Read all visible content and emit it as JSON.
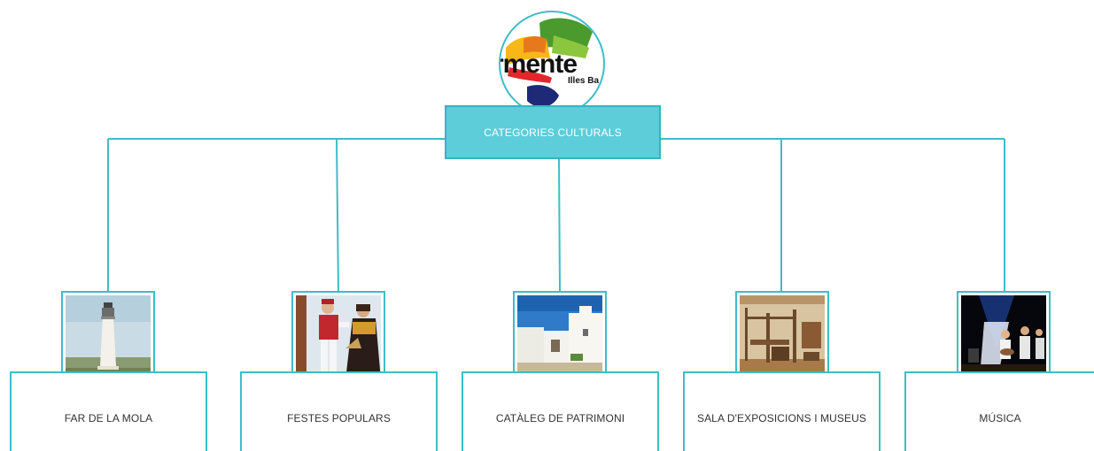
{
  "logo": {
    "wordmark": "rmente",
    "submark": "Illes Ba"
  },
  "root": {
    "label": "CATEGORIES CULTURALS"
  },
  "categories": [
    {
      "label": "FAR DE LA MOLA",
      "image": "lighthouse-photo"
    },
    {
      "label": "FESTES POPULARS",
      "image": "folk-dancers-photo"
    },
    {
      "label": "CATÀLEG DE PATRIMONI",
      "image": "white-church-photo"
    },
    {
      "label": "SALA D'EXPOSICIONS I MUSEUS",
      "image": "museum-interior-photo"
    },
    {
      "label": "MÚSICA",
      "image": "concert-stage-photo"
    }
  ],
  "colors": {
    "line": "#3dbdc8",
    "root_fill": "#5ccdd9",
    "label_text": "#333333"
  }
}
